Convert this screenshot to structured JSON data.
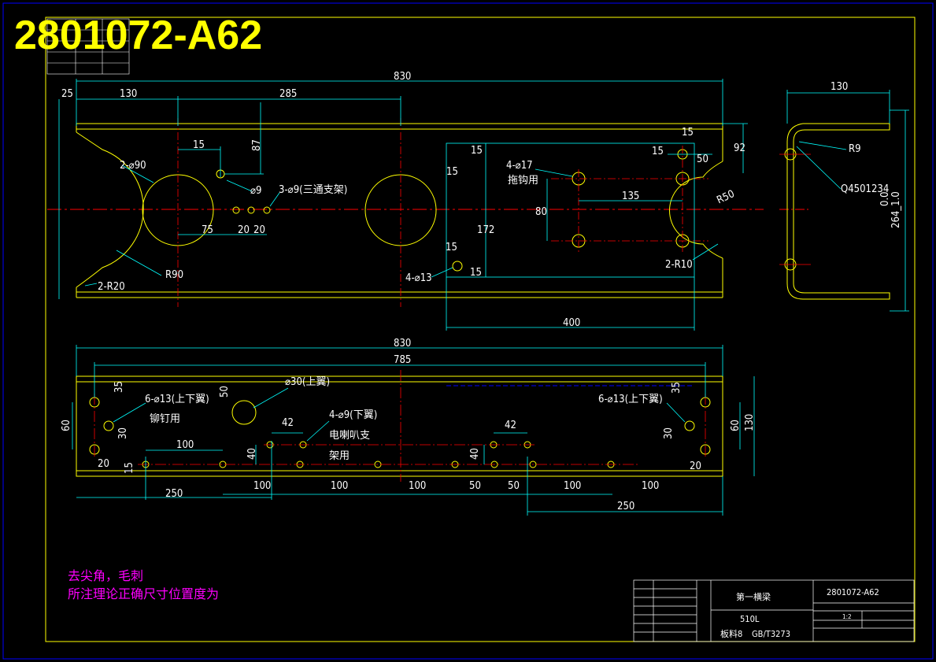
{
  "drawing": {
    "number": "2801072-A62",
    "part_name": "第一横梁",
    "quantity_label": "510L",
    "material": "板料8",
    "standard": "GB/T3273",
    "scale": "1:2"
  },
  "top_view": {
    "dims": {
      "overall": "830",
      "d25": "25",
      "d130": "130",
      "d285": "285",
      "d15a": "15",
      "d87": "87",
      "d75": "75",
      "d20a": "20",
      "d20b": "20",
      "d15b": "15",
      "d15c": "15",
      "d15d": "15",
      "d15e": "15",
      "d15f": "15",
      "d15g": "15",
      "d50": "50",
      "d92": "92",
      "d135": "135",
      "d80": "80",
      "d172": "172",
      "d400": "400"
    },
    "labels": {
      "big_holes": "2-⌀90",
      "hole9": "⌀9",
      "holes3": "3-⌀9(三通支架)",
      "holes17": "4-⌀17",
      "tow_use": "拖钩用",
      "holes13": "4-⌀13",
      "r90": "R90",
      "r20": "2-R20",
      "r50": "R50",
      "r10": "2-R10"
    }
  },
  "side_view": {
    "dims": {
      "width": "130",
      "height": "264_1.0",
      "tol": "0.0"
    },
    "labels": {
      "r9": "R9",
      "spec": "Q4501234"
    }
  },
  "bottom_view": {
    "dims": {
      "overall": "830",
      "d785": "785",
      "d35a": "35",
      "d50": "50",
      "d35b": "35",
      "d42a": "42",
      "d42b": "42",
      "d60a": "60",
      "d60b": "60",
      "d130": "130",
      "d30a": "30",
      "d30b": "30",
      "d20a": "20",
      "d20b": "20",
      "d15": "15",
      "d100a": "100",
      "d40a": "40",
      "d40b": "40",
      "b100_1": "100",
      "b100_2": "100",
      "b100_3": "100",
      "b50_1": "50",
      "b50_2": "50",
      "b100_4": "100",
      "b100_5": "100",
      "d250a": "250",
      "d250b": "250"
    },
    "labels": {
      "h13_left": "6-⌀13(上下翼)",
      "rivet": "铆钉用",
      "h30": "⌀30(上翼)",
      "h9": "4-⌀9(下翼)",
      "horn1": "电喇叭支",
      "horn2": "架用",
      "h13_right": "6-⌀13(上下翼)"
    }
  },
  "notes": {
    "line1": "去尖角，毛刺",
    "line2": "所注理论正确尺寸位置度为"
  },
  "colors": {
    "outline": "#ffff00",
    "dimension": "#00ffff",
    "center": "#ff0000",
    "note": "#ff00ff",
    "frame": "#0000ff",
    "text": "#ffffff"
  }
}
